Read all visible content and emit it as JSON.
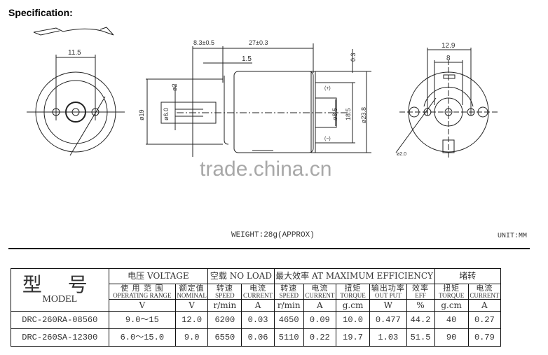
{
  "header": {
    "title": "Specification:"
  },
  "drawing": {
    "front_view": {
      "hole_spacing": "11.5"
    },
    "side_view": {
      "shaft_length": "8.3±0.5",
      "body_length": "27±0.3",
      "boss_height": "1.5",
      "flat_depth": "ø2",
      "shaft_dia": "ø6.0",
      "boss_dia": "ø19",
      "end_gap": "0.3",
      "terminal_plus": "(+)",
      "terminal_minus": "(−)",
      "bearing_dia": "ø8.5",
      "terminal_spacing": "18.5",
      "body_dia": "ø23.8"
    },
    "rear_view": {
      "outer_spacing": "12.9",
      "inner_spacing": "8",
      "hole_dia": "ø2.0"
    }
  },
  "watermark": "trade.china.cn",
  "weight": "WEIGHT:28g(APPROX)",
  "unit": "UNIT:MM",
  "table": {
    "model_cn": "型 号",
    "model_en": "MODEL",
    "groups": {
      "voltage": "电压 VOLTAGE",
      "no_load": "空载 NO LOAD",
      "max_eff": "最大效率 AT MAXIMUM EFFICIENCY",
      "stall": "堵转"
    },
    "columns": [
      {
        "cn": "使 用 范 围",
        "en": "OPERATING RANGE",
        "unit": "V"
      },
      {
        "cn": "额定值",
        "en": "NOMINAL",
        "unit": "V"
      },
      {
        "cn": "转速",
        "en": "SPEED",
        "unit": "r/min"
      },
      {
        "cn": "电流",
        "en": "CURRENT",
        "unit": "A"
      },
      {
        "cn": "转速",
        "en": "SPEED",
        "unit": "r/min"
      },
      {
        "cn": "电流",
        "en": "CURRENT",
        "unit": "A"
      },
      {
        "cn": "扭矩",
        "en": "TORQUE",
        "unit": "g.cm"
      },
      {
        "cn": "输出功率",
        "en": "OUT PUT",
        "unit": "W"
      },
      {
        "cn": "效率",
        "en": "EFF",
        "unit": "%"
      },
      {
        "cn": "扭矩",
        "en": "TORQUE",
        "unit": "g.cm"
      },
      {
        "cn": "电流",
        "en": "CURRENT",
        "unit": "A"
      }
    ],
    "rows": [
      {
        "model": "DRC-260RA-08560",
        "values": [
          "9.0～15",
          "12.0",
          "6200",
          "0.03",
          "4650",
          "0.09",
          "10.0",
          "0.477",
          "44.2",
          "40",
          "0.27"
        ]
      },
      {
        "model": "DRC-260SA-12300",
        "values": [
          "6.0～15.0",
          "9.0",
          "6550",
          "0.06",
          "5110",
          "0.22",
          "19.7",
          "1.03",
          "51.5",
          "90",
          "0.79"
        ]
      }
    ]
  }
}
